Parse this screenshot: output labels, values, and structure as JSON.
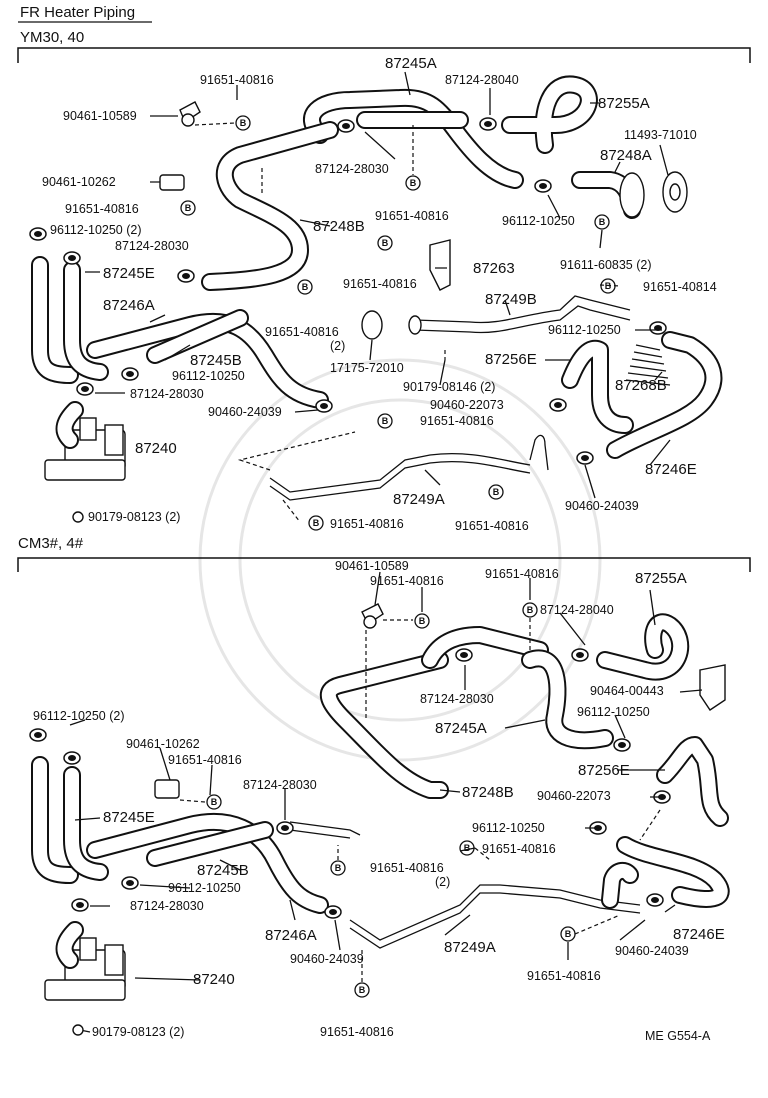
{
  "header": {
    "title": "FR Heater Piping",
    "section1": "YM30, 40",
    "section2": "CM3#, 4#"
  },
  "footer": {
    "code": "ME  G554-A"
  },
  "marker_letter": "B",
  "labels_top": {
    "l87245A": "87245A",
    "l91651a": "91651-40816",
    "l87124_28040": "87124-28040",
    "l87255A": "87255A",
    "l90461_10589": "90461-10589",
    "l11493": "11493-71010",
    "l87248A": "87248A",
    "l87124_28030a": "87124-28030",
    "l90461_10262": "90461-10262",
    "l91651b": "91651-40816",
    "l96112_10250a": "96112-10250",
    "l91651c": "91651-40816",
    "l96112_10250x2": "96112-10250 (2)",
    "l87248B": "87248B",
    "l87124_28030b": "87124-28030",
    "l87245E": "87245E",
    "l87263": "87263",
    "l91611": "91611-60835 (2)",
    "l91651d": "91651-40816",
    "l91651_40814": "91651-40814",
    "l87246A": "87246A",
    "l87249B": "87249B",
    "l91651e": "91651-40816",
    "l_2": "(2)",
    "l96112_10250b": "96112-10250",
    "l87245B": "87245B",
    "l17175": "17175-72010",
    "l87256E": "87256E",
    "l96112_10250c": "96112-10250",
    "l87268B": "87268B",
    "l87124_28030c": "87124-28030",
    "l90179_08146": "90179-08146 (2)",
    "l90460_22073": "90460-22073",
    "l90460_24039a": "90460-24039",
    "l91651f": "91651-40816",
    "l87240": "87240",
    "l87246E": "87246E",
    "l87249A": "87249A",
    "l90460_24039b": "90460-24039",
    "l91651g": "91651-40816",
    "l90179_08123": "90179-08123 (2)",
    "l91651h": "91651-40816"
  },
  "labels_bottom": {
    "l90461_10589": "90461-10589",
    "l91651a": "91651-40816",
    "l91651b": "91651-40816",
    "l87255A": "87255A",
    "l87124_28040": "87124-28040",
    "l87124_28030a": "87124-28030",
    "l90464": "90464-00443",
    "l96112_10250x2": "96112-10250 (2)",
    "l87245A": "87245A",
    "l96112_10250a": "96112-10250",
    "l90461_10262": "90461-10262",
    "l91651c": "91651-40816",
    "l87256E": "87256E",
    "l90460_22073": "90460-22073",
    "l87124_28030b": "87124-28030",
    "l87248B": "87248B",
    "l87245E": "87245E",
    "l96112_10250b": "96112-10250",
    "l91651d": "91651-40816",
    "l87245B": "87245B",
    "l91651e": "91651-40816",
    "l_2": "(2)",
    "l96112_10250c": "96112-10250",
    "l87124_28030c": "87124-28030",
    "l87246A": "87246A",
    "l87249A": "87249A",
    "l87246E": "87246E",
    "l90460_24039a": "90460-24039",
    "l90460_24039b": "90460-24039",
    "l87240": "87240",
    "l91651f": "91651-40816",
    "l90179_08123": "90179-08123 (2)",
    "l91651g": "91651-40816"
  }
}
